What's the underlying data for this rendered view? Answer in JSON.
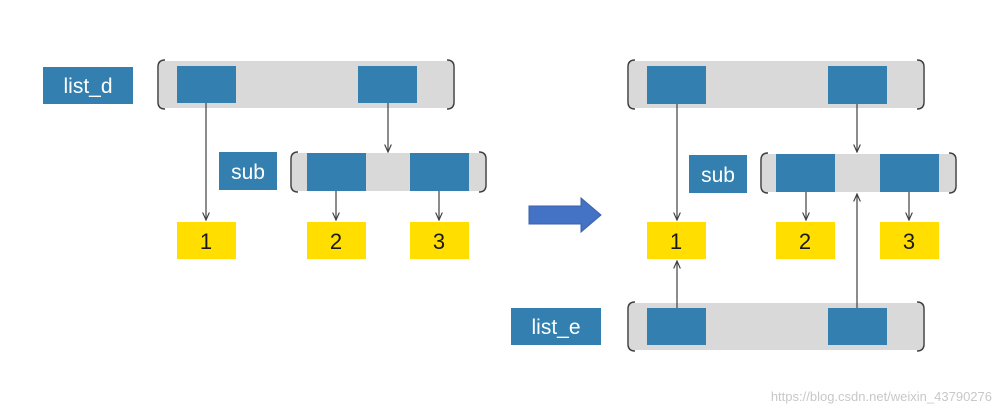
{
  "colors": {
    "cell_blue": "#337faf",
    "list_bg": "#d9d9d9",
    "bracket": "#404040",
    "value_yellow": "#ffde00",
    "arrow_line": "#404040",
    "transition_arrow": "#4472c4",
    "label_text": "#ffffff",
    "value_text": "#1a1a1a"
  },
  "left": {
    "list_label": "list_d",
    "sub_label": "sub",
    "values": [
      "1",
      "2",
      "3"
    ]
  },
  "right": {
    "sub_label": "sub",
    "list_label": "list_e",
    "values": [
      "1",
      "2",
      "3"
    ]
  },
  "transition_arrow_icon": "right-arrow-icon",
  "watermark": "https://blog.csdn.net/weixin_43790276"
}
